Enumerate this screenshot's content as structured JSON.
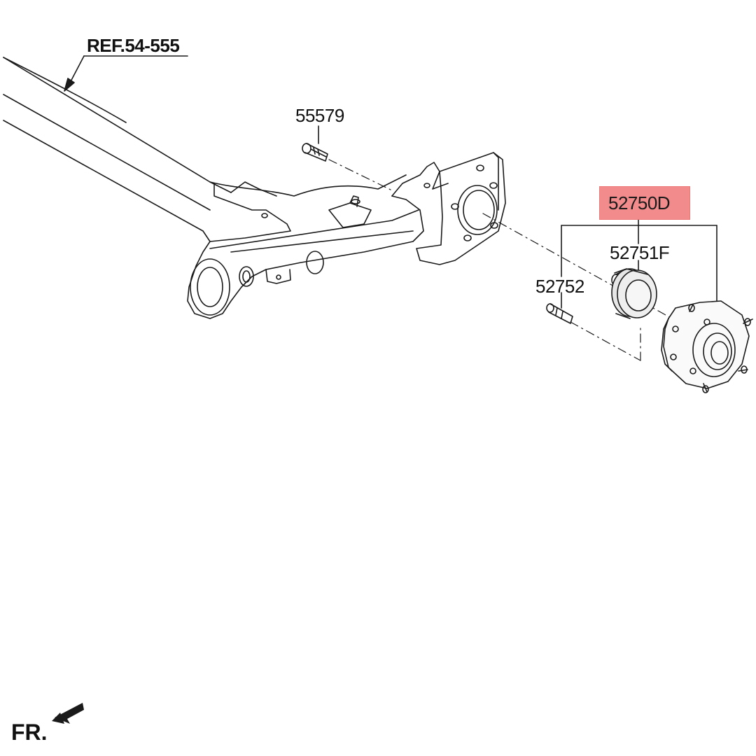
{
  "labels": {
    "ref": "REF.54-555",
    "bolt_top": "55579",
    "assembly": "52750D",
    "bearing": "52751F",
    "stud": "52752"
  },
  "front_indicator": "FR.",
  "colors": {
    "highlight": "#f28b8b",
    "line": "#1a1a1a",
    "background": "#ffffff"
  },
  "highlighted_part": "52750D"
}
